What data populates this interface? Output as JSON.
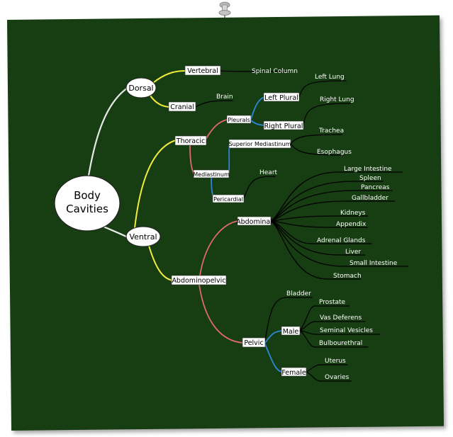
{
  "colors": {
    "board": "#173d12",
    "leaf_line": "#000000",
    "white_line": "#e8e8e8",
    "yellow_line": "#f2ec3a",
    "red_line": "#e06a6a",
    "blue_line": "#2c87d6"
  },
  "root": "Body\nCavities",
  "root_lines": [
    "Body",
    "Cavities"
  ],
  "dorsal": {
    "label": "Dorsal",
    "vertebral": {
      "label": "Vertebral",
      "leaf": "Spinal Column"
    },
    "cranial": {
      "label": "Cranial",
      "leaf": "Brain"
    }
  },
  "ventral": {
    "label": "Ventral",
    "thoracic": {
      "label": "Thoracic",
      "pleurals": {
        "label": "Pleurals",
        "left": {
          "label": "Left Plural",
          "leaf": "Left Lung"
        },
        "right": {
          "label": "Right Plural",
          "leaf": "Right Lung"
        }
      },
      "mediastinum": {
        "label": "Mediastinum",
        "superior": {
          "label": "Superior Mediastinum",
          "leaves": [
            "Trachea",
            "Esophagus"
          ]
        },
        "pericardial": {
          "label": "Pericardial",
          "leaf": "Heart"
        }
      }
    },
    "abdominopelvic": {
      "label": "Abdominopelvic",
      "abdominal": {
        "label": "Abdominal",
        "leaves": [
          "Large Intestine",
          "Spleen",
          "Pancreas",
          "Gallbladder",
          "Kidneys",
          "Appendix",
          "Adrenal Glands",
          "Liver",
          "Small Intestine",
          "Stomach"
        ]
      },
      "pelvic": {
        "label": "Pelvic",
        "bladder": "Bladder",
        "male": {
          "label": "Male",
          "leaves": [
            "Prostate",
            "Vas Deferens",
            "Seminal Vesicles",
            "Bulbourethral"
          ]
        },
        "female": {
          "label": "Female",
          "leaves": [
            "Uterus",
            "Ovaries"
          ]
        }
      }
    }
  }
}
